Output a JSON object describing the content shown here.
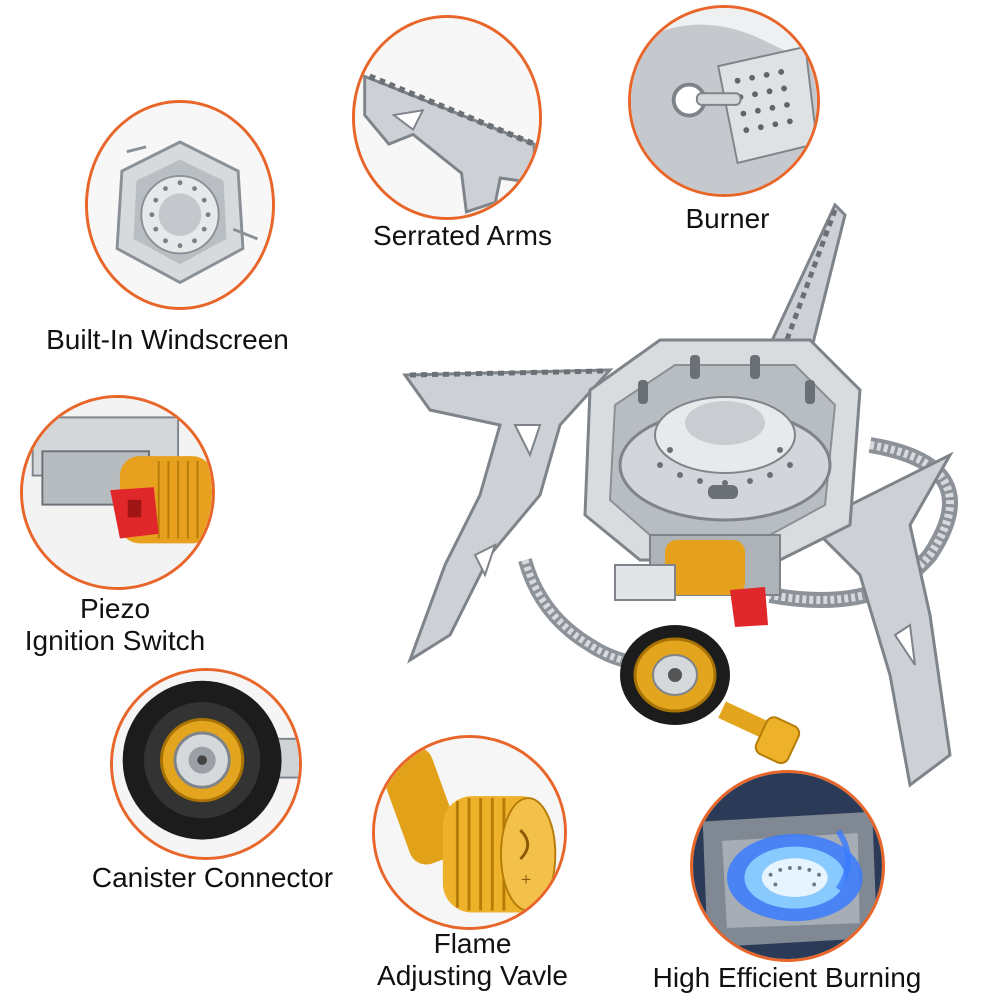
{
  "colors": {
    "accent_ring": "#e8662a",
    "steel": "#c9ccd0",
    "steel_dark": "#7e848a",
    "brass": "#e0a01a",
    "red_button": "#e0282a",
    "flame_blue": "#2a6cff",
    "text": "#111111"
  },
  "callouts": {
    "windscreen": {
      "label": "Built-In Windscreen",
      "icon": "windscreen-icon"
    },
    "serrated": {
      "label": "Serrated Arms",
      "icon": "serrated-arm-icon"
    },
    "burner": {
      "label": "Burner",
      "icon": "burner-icon"
    },
    "piezo": {
      "label_line1": "Piezo",
      "label_line2": "Ignition Switch",
      "icon": "piezo-switch-icon"
    },
    "canister": {
      "label": "Canister Connector",
      "icon": "canister-connector-icon"
    },
    "valve": {
      "label_line1": "Flame",
      "label_line2": "Adjusting Vavle",
      "icon": "valve-knob-icon"
    },
    "burning": {
      "label": "High Efficient Burning",
      "icon": "blue-flame-icon"
    }
  }
}
